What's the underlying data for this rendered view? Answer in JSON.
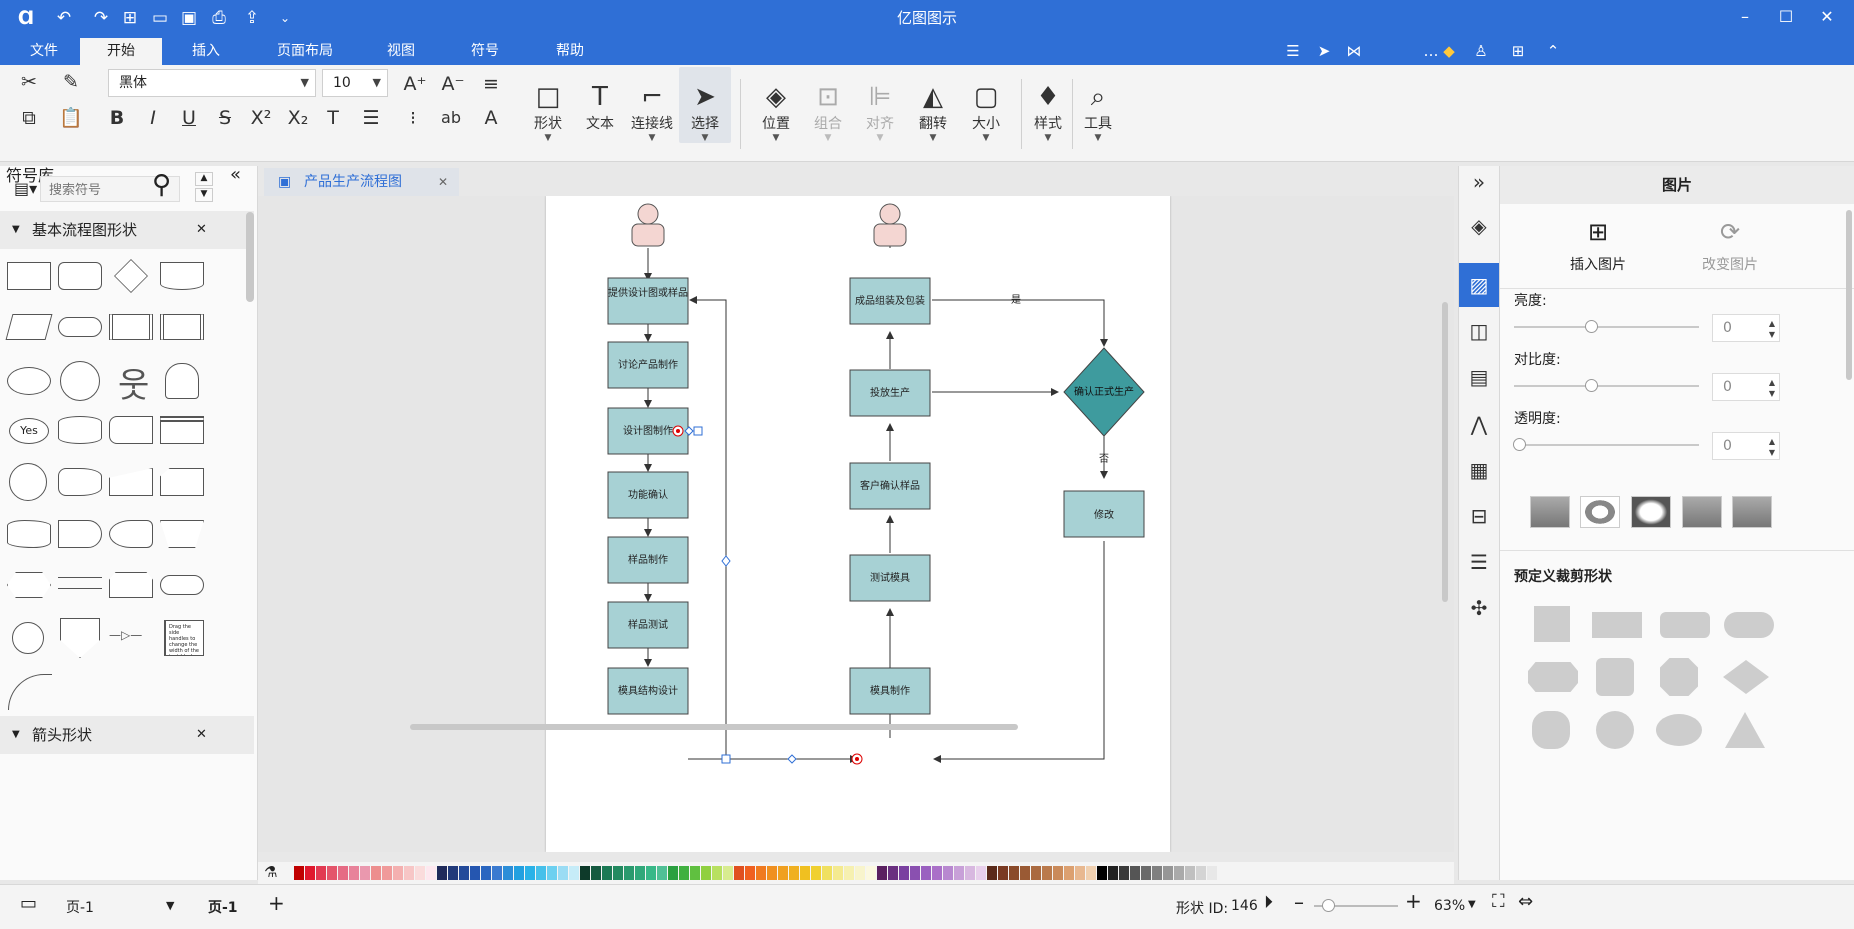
{
  "app": {
    "title": "亿图图示"
  },
  "menu": [
    "文件",
    "开始",
    "插入",
    "页面布局",
    "视图",
    "符号",
    "帮助"
  ],
  "ribbon": {
    "font_family": "黑体",
    "font_size": "10",
    "groups": {
      "shape": "形状",
      "text": "文本",
      "connector": "连接线",
      "select": "选择",
      "position": "位置",
      "group": "组合",
      "align": "对齐",
      "flip": "翻转",
      "size": "大小",
      "style": "样式",
      "tools": "工具"
    }
  },
  "left_panel": {
    "title": "符号库",
    "search_placeholder": "搜索符号",
    "section1": "基本流程图形状",
    "section2": "箭头形状",
    "yes_label": "Yes",
    "note_text": "Drag the side handles to change the width of the text block."
  },
  "document": {
    "tab_title": "产品生产流程图"
  },
  "flowchart": {
    "left_column": [
      "提供设计图或样品",
      "讨论产品制作",
      "设计图制作",
      "功能确认",
      "样品制作",
      "样品测试",
      "模具结构设计"
    ],
    "right_column": [
      "成品组装及包装",
      "投放生产",
      "客户确认样品",
      "测试模具",
      "模具制作"
    ],
    "decision": "确认正式生产",
    "revise": "修改",
    "yes": "是",
    "no": "否"
  },
  "right_panel": {
    "title": "图片",
    "insert_image": "插入图片",
    "change_image": "改变图片",
    "brightness_label": "亮度:",
    "brightness_value": "0",
    "contrast_label": "对比度:",
    "contrast_value": "0",
    "transparency_label": "透明度:",
    "transparency_value": "0",
    "crop_title": "预定义裁剪形状"
  },
  "status": {
    "page_select": "页-1",
    "page_tab": "页-1",
    "shape_id_label": "形状 ID:",
    "shape_id": "146",
    "zoom": "63%"
  },
  "colors": {
    "accent": "#2f6fd6",
    "process_fill": "#a7d1d4",
    "decision_fill": "#3e9b9e",
    "palette": [
      "#c00000",
      "#e0182d",
      "#e23a52",
      "#e4556b",
      "#e66b84",
      "#e8829a",
      "#ea98ae",
      "#ed8e8e",
      "#f09a9a",
      "#f4b0b0",
      "#f7c6c6",
      "#fadcdc",
      "#fde8ef",
      "#1f2a5a",
      "#213a7a",
      "#234a9a",
      "#2556b0",
      "#2a66c0",
      "#3b7ad0",
      "#2c8ed8",
      "#22a0e0",
      "#2ab2e8",
      "#46c0ea",
      "#6cd0f0",
      "#9adcf4",
      "#c6ecf8",
      "#0e3a2a",
      "#155a40",
      "#1c7a55",
      "#238a60",
      "#2a9a6e",
      "#30a87a",
      "#38b888",
      "#50c096",
      "#2aa040",
      "#40b040",
      "#60c040",
      "#90d040",
      "#b8e060",
      "#d8ec90",
      "#e05020",
      "#f06020",
      "#f07a20",
      "#f09020",
      "#f0a020",
      "#f0b020",
      "#f0c020",
      "#f0d030",
      "#f0e060",
      "#f4ea90",
      "#f6f0b0",
      "#f8f4cc",
      "#fbf8e0",
      "#5a2060",
      "#6a3080",
      "#7a40a0",
      "#8a50b0",
      "#9a60c0",
      "#aa70c8",
      "#b888d0",
      "#c8a0d8",
      "#d8b8e0",
      "#e8d0ec",
      "#5a2a1a",
      "#7a3a22",
      "#8a4a2a",
      "#9a5a34",
      "#aa6a40",
      "#ba7a4c",
      "#ca8a5a",
      "#dca070",
      "#e8b890",
      "#f0d0b0",
      "#000000",
      "#222222",
      "#3a3a3a",
      "#555555",
      "#6a6a6a",
      "#808080",
      "#969696",
      "#aaaaaa",
      "#c0c0c0",
      "#d4d4d4",
      "#e8e8e8"
    ]
  }
}
